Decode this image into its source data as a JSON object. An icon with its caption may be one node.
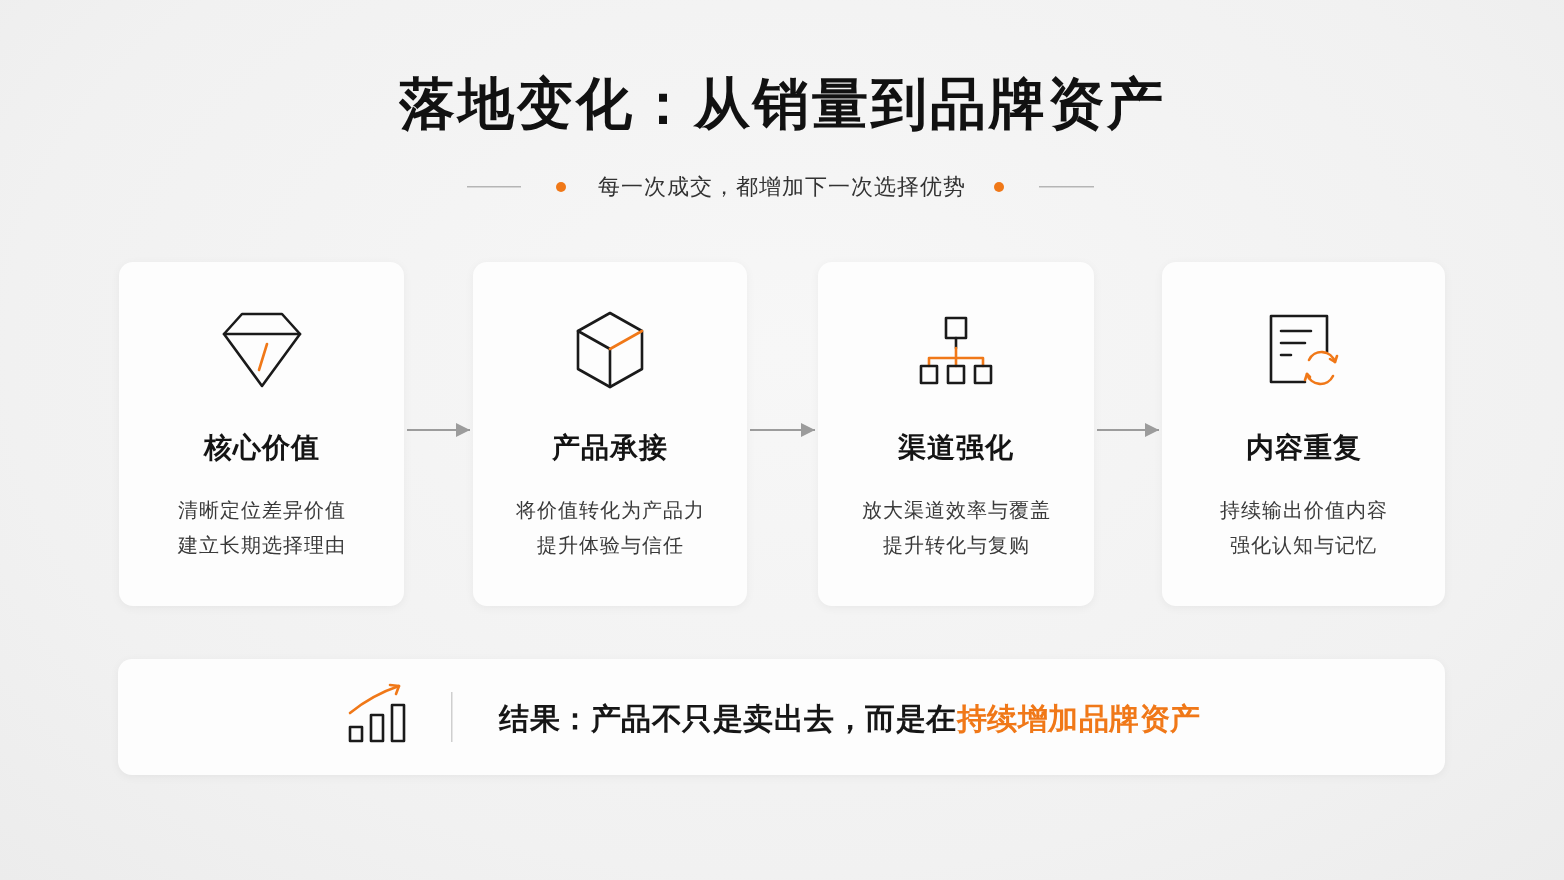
{
  "diagram": {
    "title": "落地变化：从销量到品牌资产",
    "nodes": [
      {
        "text": [
          "核心价值",
          "清晰定位差异价值",
          "建立长期选择理由"
        ]
      },
      {
        "text": [
          "产品承接",
          "将价值转化为产品力",
          "提升体验与信任"
        ]
      },
      {
        "text": [
          "渠道强化",
          "放大渠道效率与覆盖",
          "提升转化与复购"
        ]
      },
      {
        "text": [
          "内容重复",
          "持续输出价值内容",
          "强化认知与记忆"
        ]
      },
      {
        "text": [
          "结果：产品不只是卖出去，而是在**持续增加品牌资产**"
        ]
      }
    ],
    "edges": [
      {
        "from": 0,
        "to": 1,
        "arrow": "to"
      },
      {
        "from": 1,
        "to": 2,
        "arrow": "to"
      },
      {
        "from": 2,
        "to": 3,
        "arrow": "to"
      }
    ],
    "labels": [
      "每一次成交，都增加下一次选择优势"
    ]
  }
}
